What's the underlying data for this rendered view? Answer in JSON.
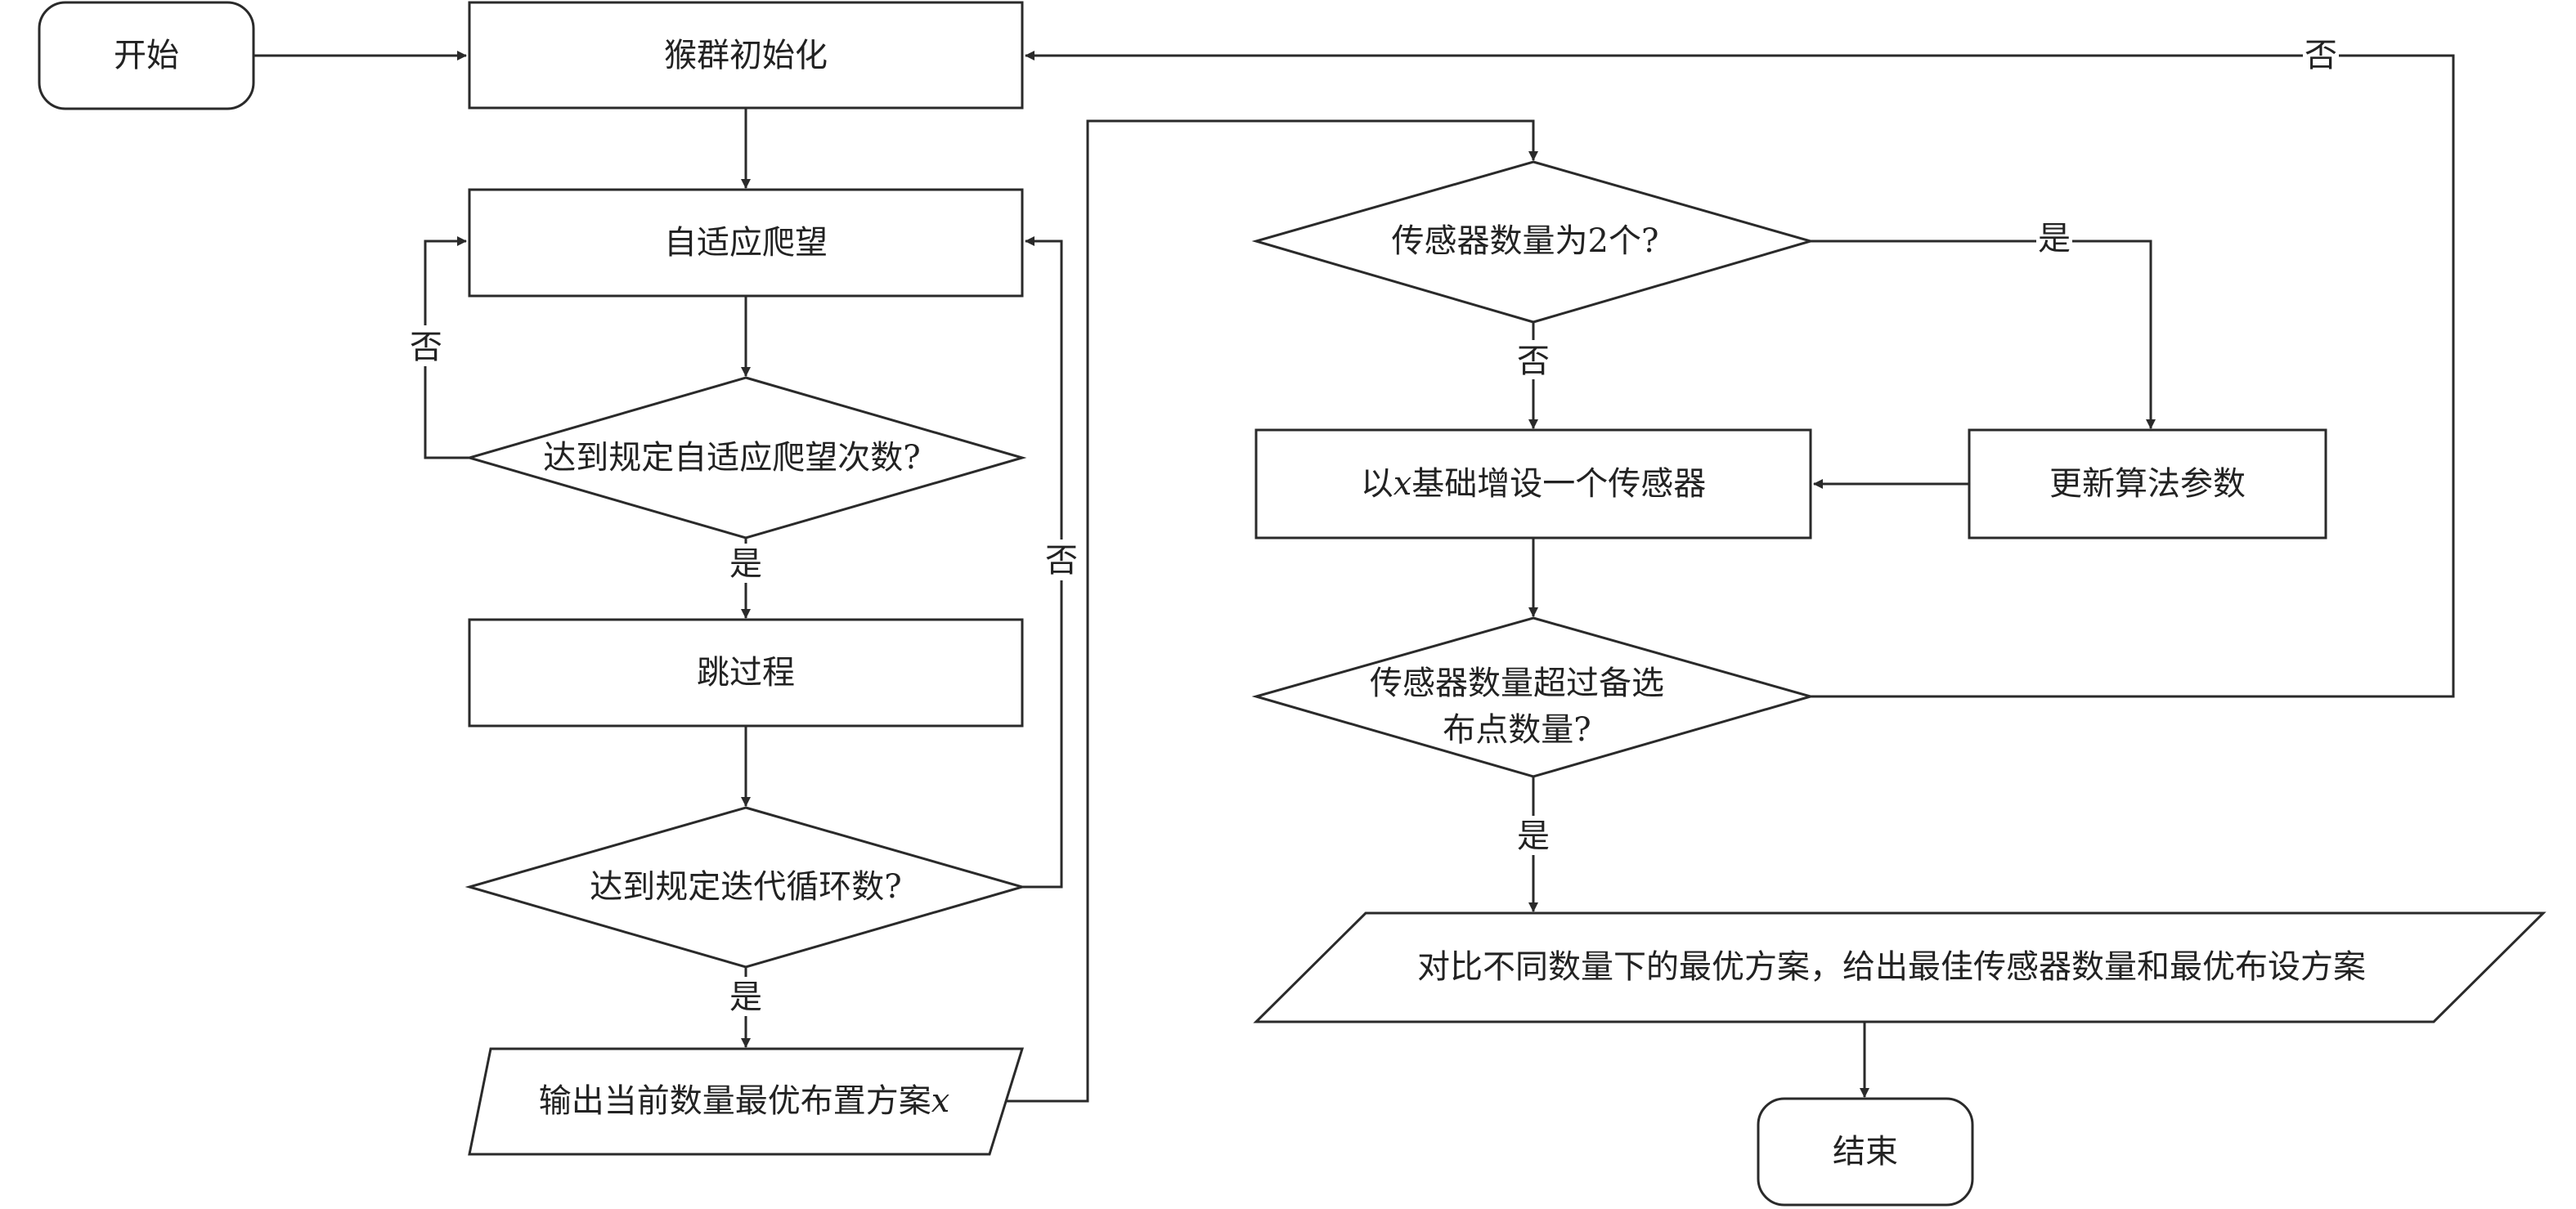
{
  "nodes": {
    "start": "开始",
    "init": "猴群初始化",
    "climb": "自适应爬望",
    "climb_check": "达到规定自适应爬望次数?",
    "jump": "跳过程",
    "iter_check": "达到规定迭代循环数?",
    "output_pre": "输出当前数量最优布置方案",
    "output_var": "x",
    "sensor_check": "传感器数量为2个?",
    "add_pre": "以",
    "add_var": "x",
    "add_post": "基础增设一个传感器",
    "update": "更新算法参数",
    "exceed_line1": "传感器数量超过备选",
    "exceed_line2": "布点数量?",
    "compare": "对比不同数量下的最优方案，给出最佳传感器数量和最优布设方案",
    "end": "结束"
  },
  "edge_labels": {
    "climb_no": "否",
    "climb_yes": "是",
    "iter_no": "否",
    "iter_yes": "是",
    "sensor_yes": "是",
    "sensor_no": "否",
    "exceed_no": "否",
    "exceed_yes": "是"
  }
}
